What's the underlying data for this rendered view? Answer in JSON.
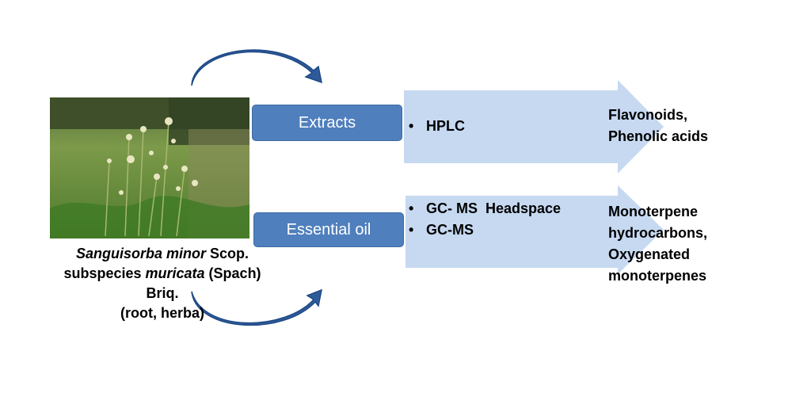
{
  "colors": {
    "box_fill": "#4f7fbd",
    "arrow_fill": "#c6d9f1",
    "curve_arrow": "#2e5a9a"
  },
  "photo": {
    "icon": "plant-photo",
    "alt": "Sanguisorba minor plant in grassy field"
  },
  "caption": {
    "genus_species": "Sanguisorba minor",
    "author1": " Scop.",
    "subspecies_word": "subspecies ",
    "subspecies_name": "muricata",
    "author2": " (Spach)",
    "author3": "Briq.",
    "parts": "(root, herba)"
  },
  "extracts": {
    "label": "Extracts",
    "methods": [
      "HPLC"
    ],
    "results": [
      "Flavonoids,",
      "Phenolic acids"
    ]
  },
  "essential_oil": {
    "label": "Essential oil",
    "methods": [
      "GC- MS  Headspace",
      "GC-MS"
    ],
    "results": [
      "Monoterpene",
      "hydrocarbons,",
      "Oxygenated",
      "monoterpenes"
    ]
  }
}
